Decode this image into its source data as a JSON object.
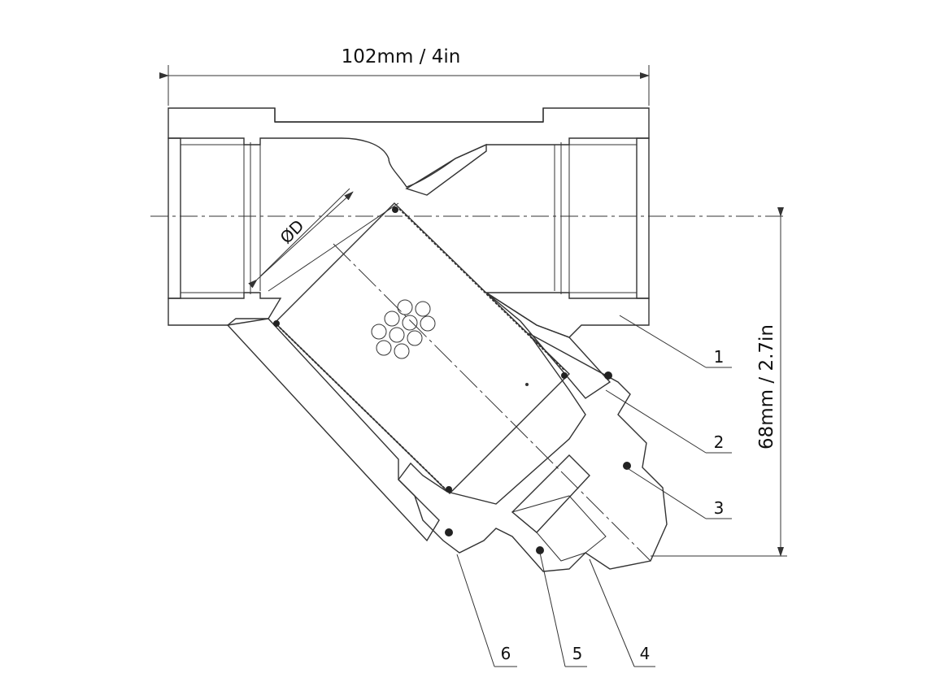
{
  "dimensions": {
    "width_label": "102mm / 4in",
    "height_label": "68mm / 2.7in",
    "diameter_label": "ØD"
  },
  "parts": [
    {
      "id": "1",
      "label": "1"
    },
    {
      "id": "2",
      "label": "2"
    },
    {
      "id": "3",
      "label": "3"
    },
    {
      "id": "4",
      "label": "4"
    },
    {
      "id": "5",
      "label": "5"
    },
    {
      "id": "6",
      "label": "6"
    }
  ]
}
